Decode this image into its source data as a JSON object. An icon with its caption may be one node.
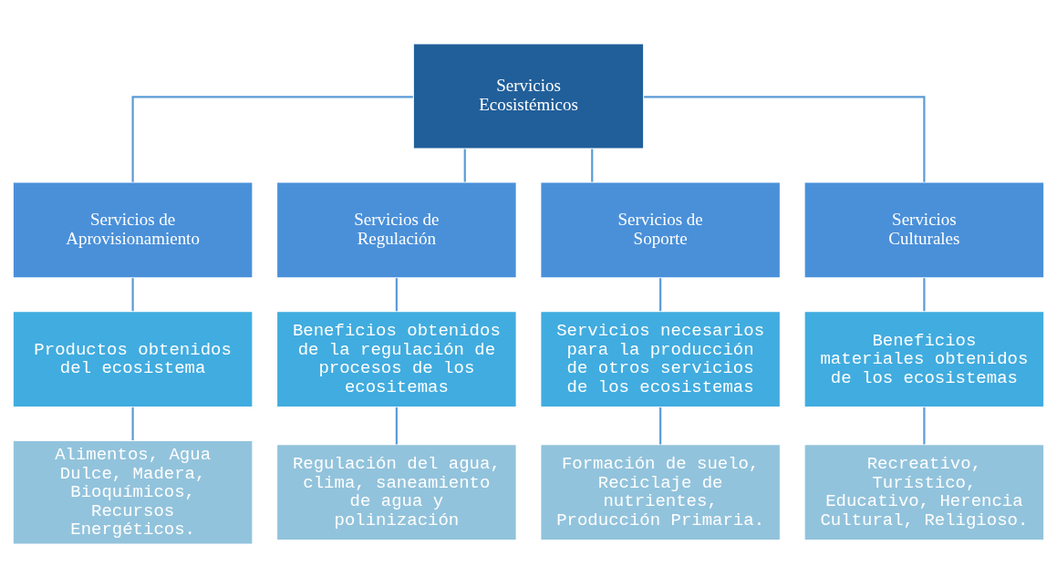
{
  "diagram": {
    "nodes": [
      {
        "text": [
          "Servicios Ecosistémicos"
        ]
      },
      {
        "text": [
          "Servicios de Aprovisionamiento"
        ]
      },
      {
        "text": [
          "Servicios de Regulación"
        ]
      },
      {
        "text": [
          "Servicios de Soporte"
        ]
      },
      {
        "text": [
          "Servicios Culturales"
        ]
      },
      {
        "text": [
          "Productos obtenidos del ecosistema"
        ]
      },
      {
        "text": [
          "Beneficios obtenidos de la regulación de procesos de los ecositemas"
        ]
      },
      {
        "text": [
          "Servicios necesarios para la producción de otros servicios de los ecosistemas"
        ]
      },
      {
        "text": [
          "Beneficios materiales obtenidos de los ecosistemas"
        ]
      },
      {
        "text": [
          "Alimentos, Agua Dulce, Madera, Bioquímicos, Recursos Energéticos."
        ]
      },
      {
        "text": [
          "Regulación del agua, clima, saneamiento de agua y polinización"
        ]
      },
      {
        "text": [
          "Formación de suelo, Reciclaje de nutrientes, Producción Primaria."
        ]
      },
      {
        "text": [
          "Recreativo, Turístico, Educativo, Herencia Cultural, Religioso."
        ]
      }
    ],
    "edges": [
      {
        "from": 0,
        "to": 1,
        "arrow": "none"
      },
      {
        "from": 0,
        "to": 2,
        "arrow": "none"
      },
      {
        "from": 0,
        "to": 3,
        "arrow": "none"
      },
      {
        "from": 0,
        "to": 4,
        "arrow": "none"
      },
      {
        "from": 1,
        "to": 5,
        "arrow": "none"
      },
      {
        "from": 2,
        "to": 6,
        "arrow": "none"
      },
      {
        "from": 3,
        "to": 7,
        "arrow": "none"
      },
      {
        "from": 4,
        "to": 8,
        "arrow": "none"
      },
      {
        "from": 5,
        "to": 9,
        "arrow": "none"
      },
      {
        "from": 6,
        "to": 10,
        "arrow": "none"
      },
      {
        "from": 7,
        "to": 11,
        "arrow": "none"
      },
      {
        "from": 8,
        "to": 12,
        "arrow": "none"
      }
    ]
  }
}
